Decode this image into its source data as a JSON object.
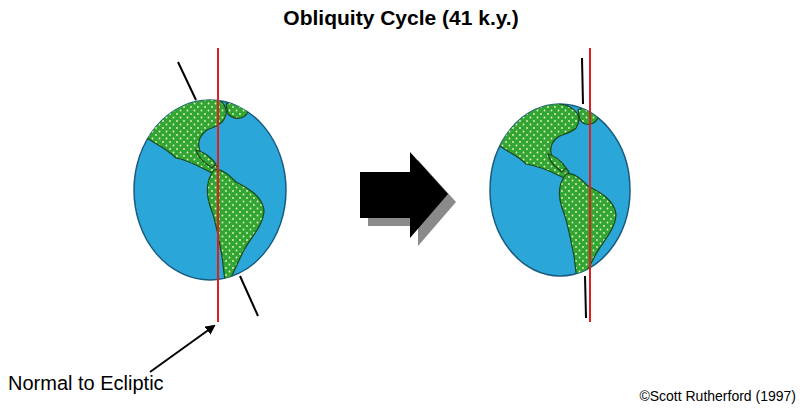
{
  "diagram": {
    "title": "Obliquity Cycle (41 k.y.)",
    "labels": [
      "Normal to Ecliptic",
      "©Scott Rutherford (1997)"
    ]
  }
}
